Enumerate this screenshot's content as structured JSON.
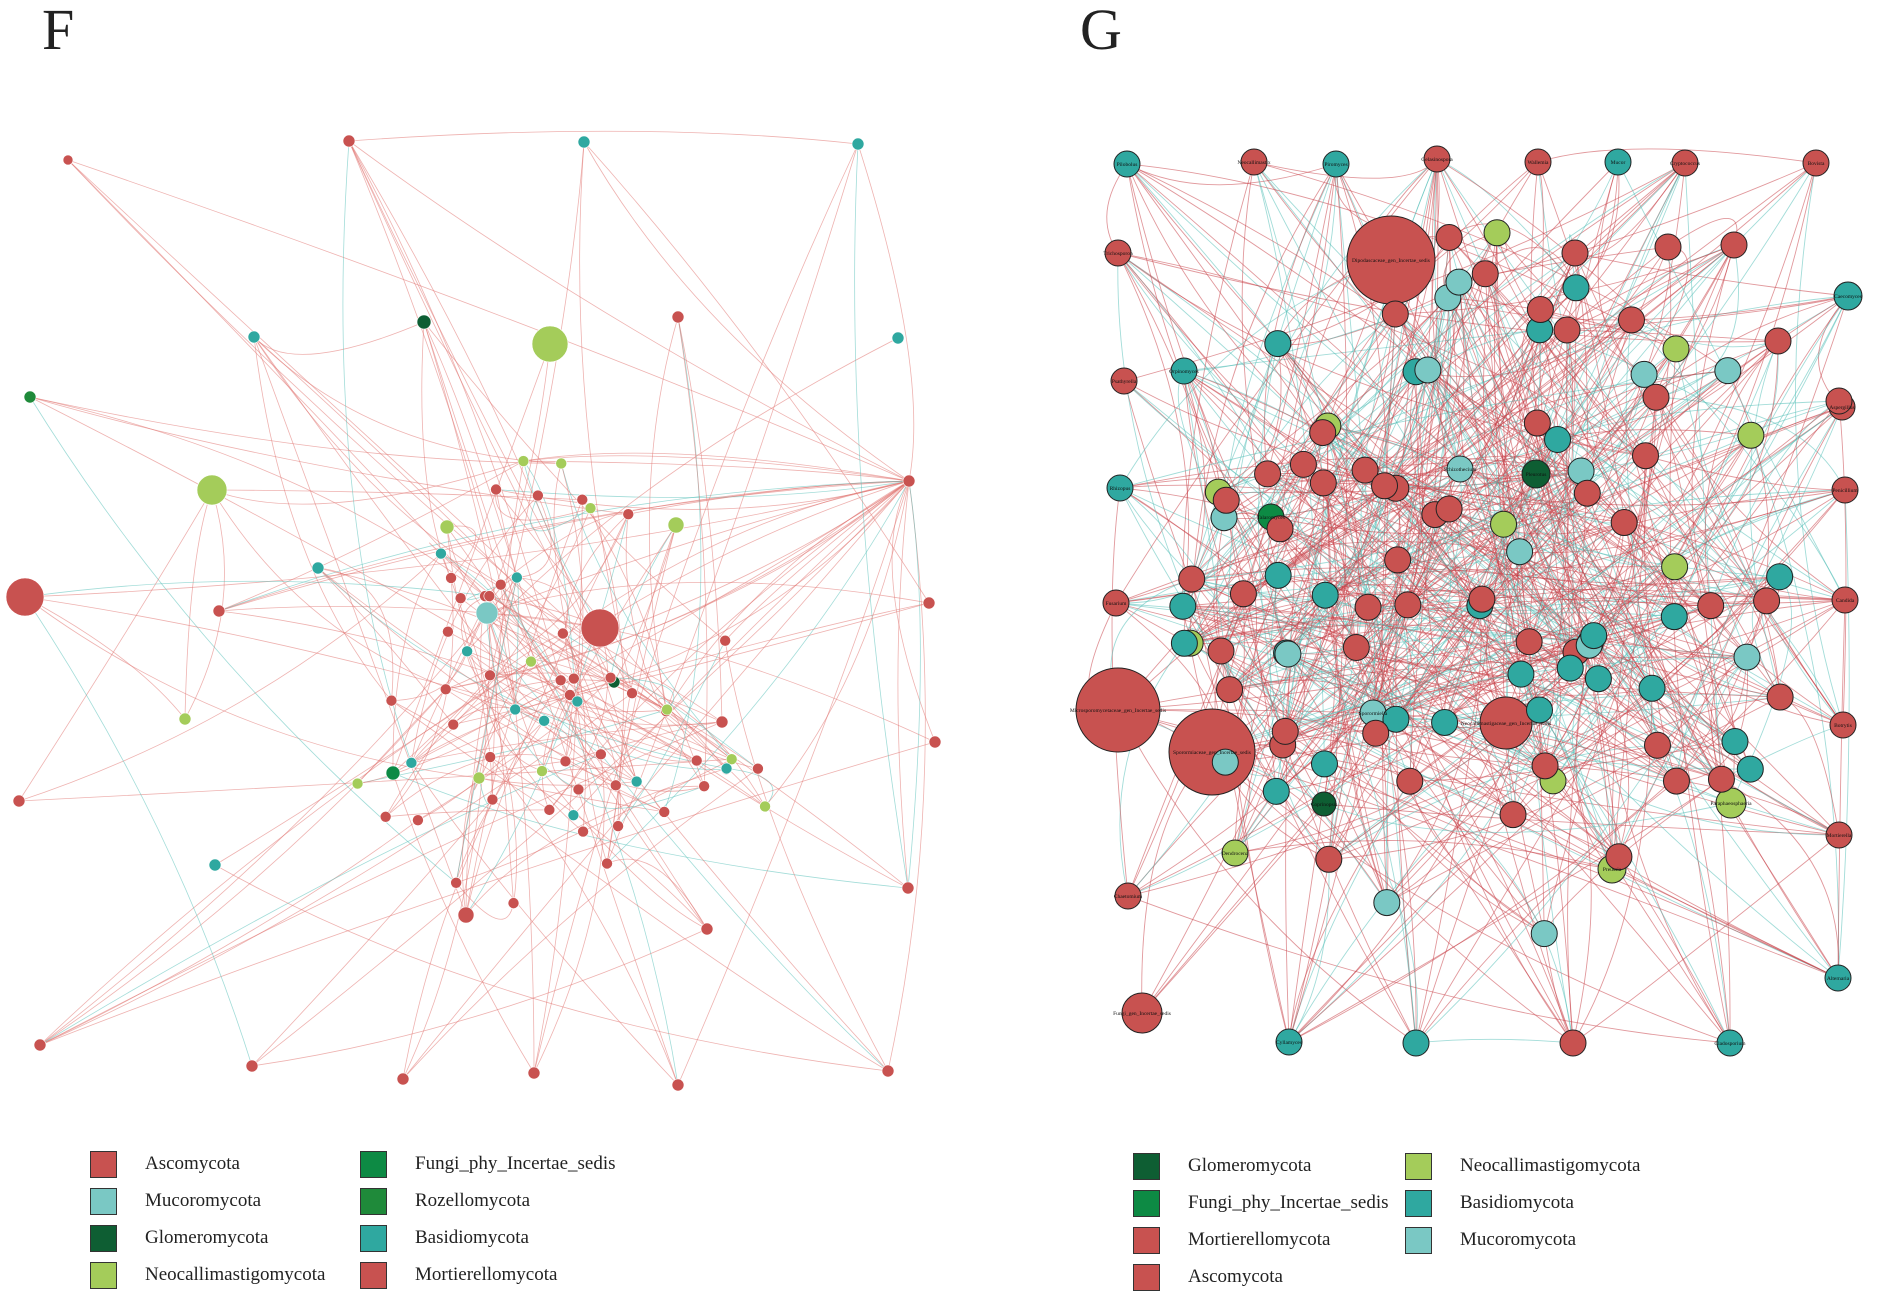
{
  "colors": {
    "Ascomycota": "#c85250",
    "Mortierellomycota": "#c85250",
    "Mucoromycota": "#7ac8c4",
    "Glomeromycota": "#0e5e33",
    "Fungi_phy_Incertae_sedis": "#0d8a44",
    "Rozellomycota": "#1f8a3a",
    "Neocallimastigomycota": "#a4cc5a",
    "Basidiomycota": "#2fa8a0",
    "edge_positive": "#e0736f",
    "edge_negative": "#56c0b8"
  },
  "panel_f": {
    "letter": "F",
    "legend": [
      {
        "label": "Ascomycota",
        "color": "#c85250"
      },
      {
        "label": "Mucoromycota",
        "color": "#7ac8c4"
      },
      {
        "label": "Glomeromycota",
        "color": "#0e5e33"
      },
      {
        "label": "Neocallimastigomycota",
        "color": "#a4cc5a"
      },
      {
        "label": "Fungi_phy_Incertae_sedis",
        "color": "#0d8a44"
      },
      {
        "label": "Rozellomycota",
        "color": "#1f8a3a"
      },
      {
        "label": "Basidiomycota",
        "color": "#2fa8a0"
      },
      {
        "label": "Mortierellomycota",
        "color": "#c85250"
      }
    ]
  },
  "panel_g": {
    "letter": "G",
    "legend": [
      {
        "label": "Glomeromycota",
        "color": "#0e5e33"
      },
      {
        "label": "Fungi_phy_Incertae_sedis",
        "color": "#0d8a44"
      },
      {
        "label": "Mortierellomycota",
        "color": "#c85250"
      },
      {
        "label": "Ascomycota",
        "color": "#c85250"
      },
      {
        "label": "Neocallimastigomycota",
        "color": "#a4cc5a"
      },
      {
        "label": "Basidiomycota",
        "color": "#2fa8a0"
      },
      {
        "label": "Mucoromycota",
        "color": "#7ac8c4"
      }
    ],
    "node_labels": [
      "Dipodascaceae_gen_Incertae_sedis",
      "Microsporomycetaceae_gen_Incertae_sedis",
      "Sporormiaceae_gen_Incertae_sedis",
      "Neocallimastigaceae_gen_Incertae_sedis",
      "Fungi_gen_Incertae_sedis",
      "Coprinopsis",
      "Talaromyces",
      "Pleurotus",
      "Dendrocena",
      "Preussia",
      "Paraphaeosphaeria",
      "Sporormiella",
      "Schizothecium",
      "Mucor",
      "Pilobolus",
      "Cyllamyces",
      "Piromyces",
      "Caecomyces",
      "Orpinomyces",
      "Neocallimastix",
      "Gelasinospora",
      "Wallemia",
      "Cryptococcus",
      "Bovista",
      "Trichosporon",
      "Psathyrella",
      "Rhizopus",
      "Fusarium",
      "Chaetomium",
      "Aspergillus",
      "Penicillium",
      "Candida",
      "Botrytis",
      "Mortierella",
      "Alternaria",
      "Cladosporium"
    ]
  }
}
